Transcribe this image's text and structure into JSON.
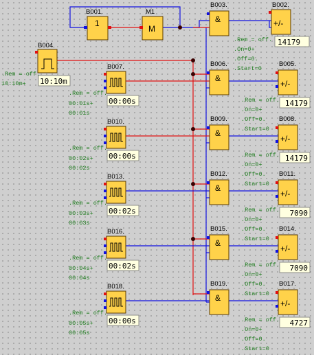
{
  "blocks": {
    "B001": {
      "label": "B001.",
      "symbol": "1"
    },
    "M1": {
      "label": "M1",
      "symbol": "M"
    },
    "B002": {
      "label": "B002.",
      "symbol": "+/-",
      "value": "14179"
    },
    "B003": {
      "label": "B003.",
      "symbol": "&"
    },
    "B004": {
      "label": "B004.",
      "value": "10:10m",
      "params": [
        ".Rem = off.",
        "10:10m+"
      ]
    },
    "B005": {
      "label": "B005.",
      "symbol": "+/-",
      "value": "14179"
    },
    "B006": {
      "label": "B006.",
      "symbol": "&"
    },
    "B007": {
      "label": "B007.",
      "value": "00:00s",
      "params": [
        ".Rem = off.",
        "00:01s+",
        "00:01s"
      ]
    },
    "B008": {
      "label": "B008.",
      "symbol": "+/-",
      "value": "14179"
    },
    "B009": {
      "label": "B009.",
      "symbol": "&"
    },
    "B010": {
      "label": "B010.",
      "value": "00:00s",
      "params": [
        ".Rem = off.",
        "00:02s+",
        "00:02s"
      ]
    },
    "B011": {
      "label": "B011.",
      "symbol": "+/-",
      "value": "7090"
    },
    "B012": {
      "label": "B012.",
      "symbol": "&"
    },
    "B013": {
      "label": "B013.",
      "value": "00:02s",
      "params": [
        ".Rem = off.",
        "00:03s+",
        "00:03s"
      ]
    },
    "B014": {
      "label": "B014.",
      "symbol": "+/-",
      "value": "7090"
    },
    "B015": {
      "label": "B015.",
      "symbol": "&"
    },
    "B016": {
      "label": "B016.",
      "value": "00:02s",
      "params": [
        ".Rem = off.",
        "00:04s+",
        "00:04s"
      ]
    },
    "B017": {
      "label": "B017.",
      "symbol": "+/-",
      "value": "4727"
    },
    "B018": {
      "label": "B018.",
      "value": "00:00s",
      "params": [
        ".Rem = off.",
        "00:05s+",
        "00:05s"
      ]
    },
    "B019": {
      "label": "B019.",
      "symbol": "&"
    }
  },
  "counter_params": [
    ".Rem = off.",
    ".On=0+",
    ".Off=0.",
    ".Start=0"
  ]
}
